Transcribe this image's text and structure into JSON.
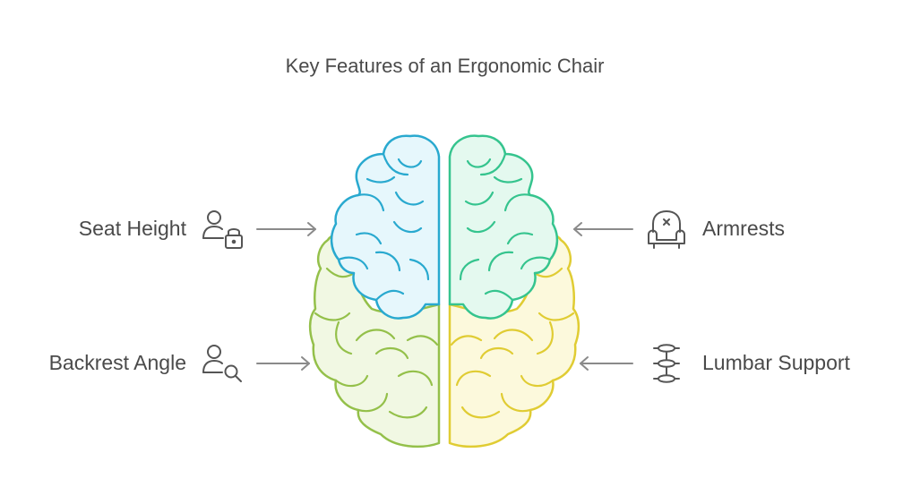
{
  "title": "Key Features of an Ergonomic Chair",
  "features": {
    "seat_height": "Seat Height",
    "backrest_angle": "Backrest Angle",
    "armrests": "Armrests",
    "lumbar_support": "Lumbar Support"
  },
  "icons": {
    "seat_height": "user-lock-icon",
    "backrest_angle": "user-search-icon",
    "armrests": "armchair-icon",
    "lumbar_support": "spine-icon"
  },
  "colors": {
    "blue_stroke": "#29a9cf",
    "blue_fill": "#e6f7fc",
    "teal_stroke": "#35c48e",
    "teal_fill": "#e4f9ef",
    "green_stroke": "#94c04a",
    "green_fill": "#f1f8e3",
    "yellow_stroke": "#e0cc33",
    "yellow_fill": "#fcf9dc",
    "arrow": "#8a8a8a",
    "icon": "#555555"
  }
}
